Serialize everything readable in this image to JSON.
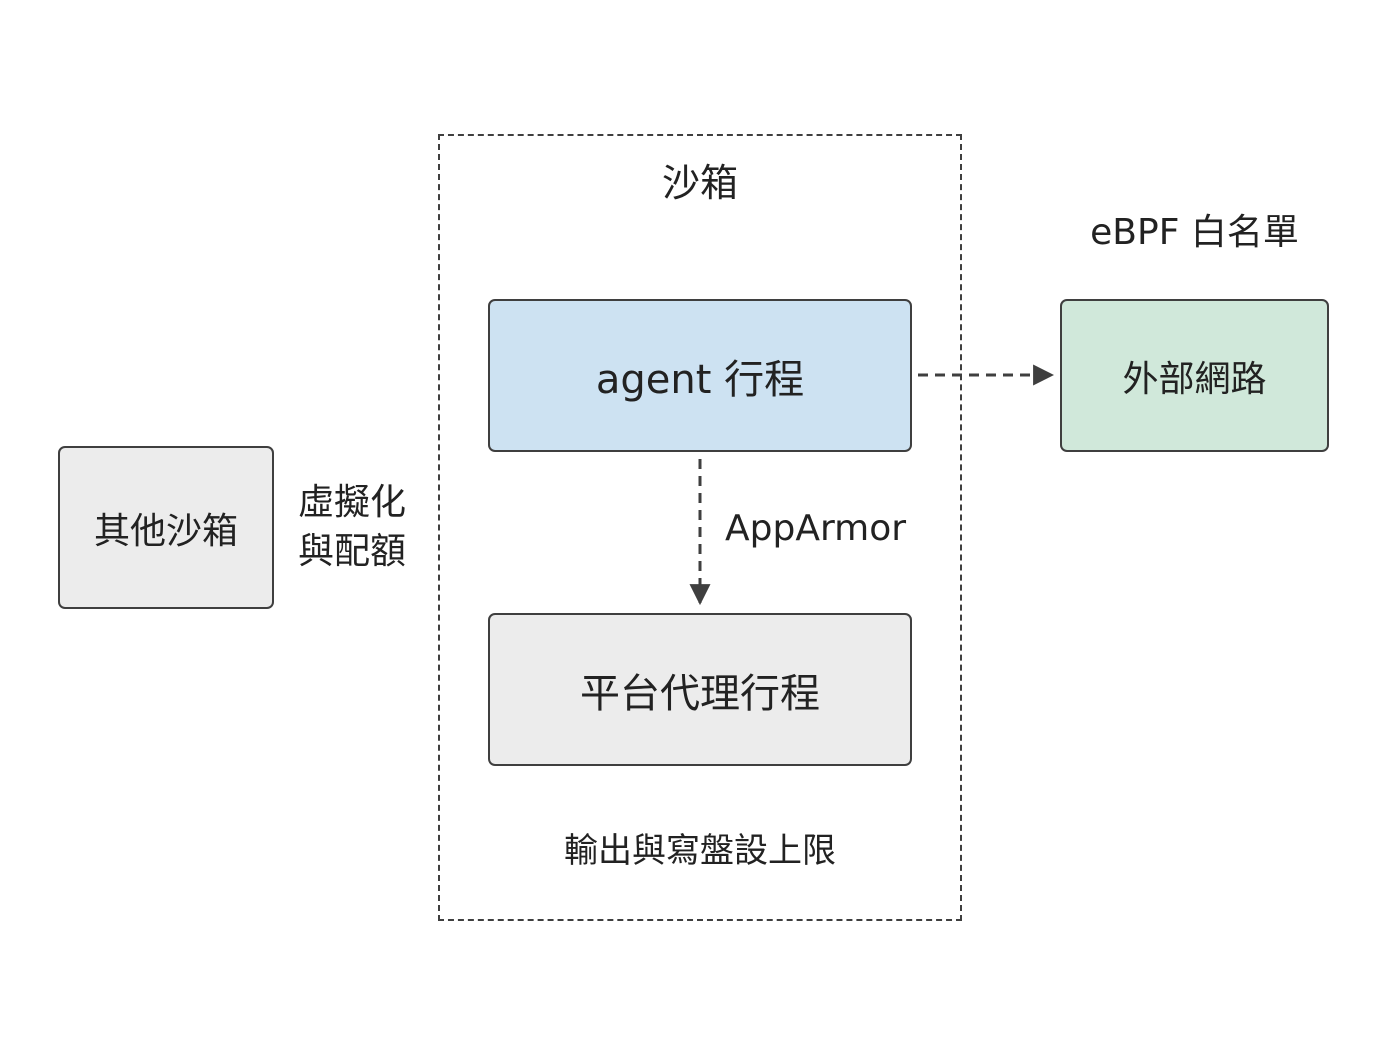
{
  "sandbox": {
    "title": "沙箱",
    "footer": "輸出與寫盤設上限"
  },
  "nodes": {
    "agent_process": {
      "label": "agent 行程",
      "fill": "#cde2f2"
    },
    "platform_proxy_process": {
      "label": "平台代理行程",
      "fill": "#ececec"
    },
    "external_network": {
      "label": "外部網路",
      "fill": "#d0e8da"
    },
    "other_sandbox": {
      "label": "其他沙箱",
      "fill": "#ececec"
    }
  },
  "edges": {
    "agent_to_proxy": {
      "label": "AppArmor"
    },
    "agent_to_network": {
      "label": "eBPF 白名單"
    }
  },
  "isolation_note": {
    "line1": "虛擬化",
    "line2": "與配額"
  },
  "colors": {
    "stroke": "#3f3f3f",
    "text": "#222222"
  }
}
